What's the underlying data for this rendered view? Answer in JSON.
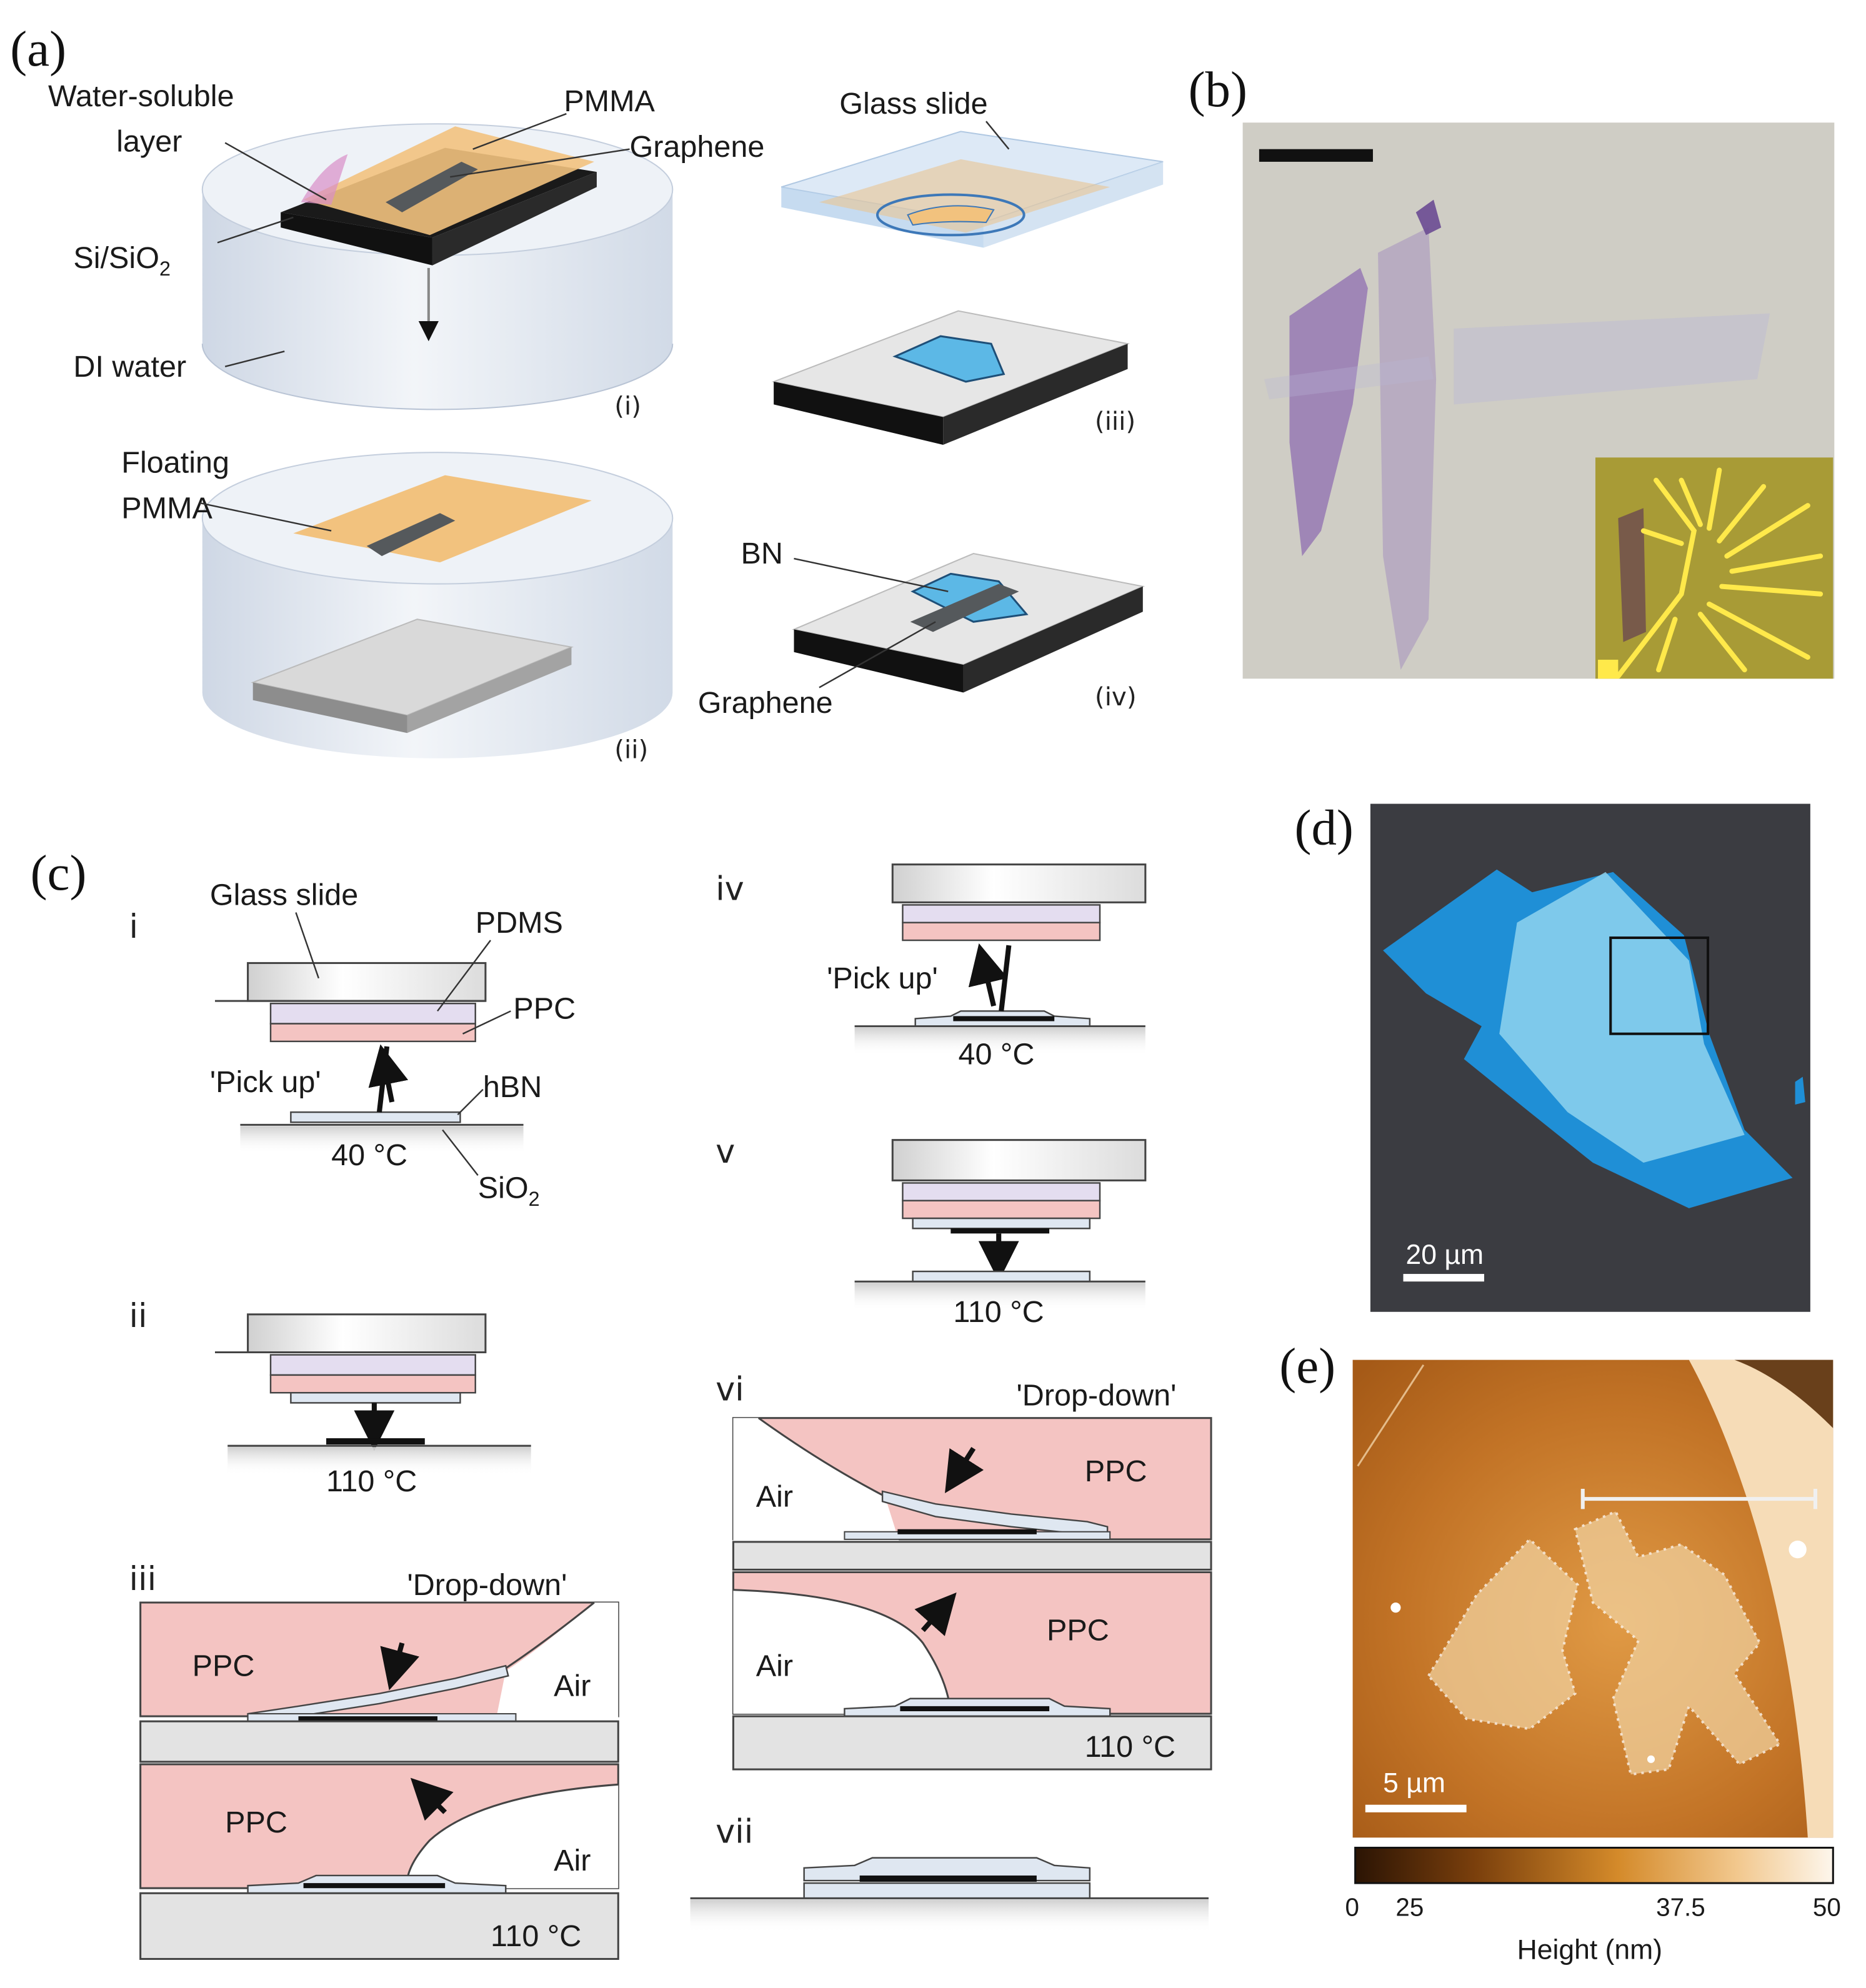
{
  "colors": {
    "pmma": "#f2c27e",
    "graphene": "#55595c",
    "water": "#dfe6ef",
    "ppc": "#f4c4c2",
    "pdms": "#e4ddf0",
    "bn_blue": "#5cb8e6",
    "substrate": "#e3e3e3",
    "flake_purple": "#8f6db0",
    "contact_gold": "#ffe94a",
    "afm_bright": "#f6dcb7",
    "afm_dark": "#5a2f0a"
  },
  "panels": {
    "a": {
      "letter": "(a)",
      "water_soluble": "Water-soluble",
      "layer": "layer",
      "pmma": "PMMA",
      "graphene": "Graphene",
      "si_main": "Si/SiO",
      "si_sub": "2",
      "di_water": "DI water",
      "floating": "Floating",
      "floating_pmma": "PMMA",
      "glass_slide": "Glass slide",
      "bn": "BN",
      "graphene_2": "Graphene",
      "step_i": "(i)",
      "step_ii": "(ii)",
      "step_iii": "(iii)",
      "step_iv": "(iv)"
    },
    "b": {
      "letter": "(b)"
    },
    "c": {
      "letter": "(c)",
      "glass_slide": "Glass slide",
      "pdms": "PDMS",
      "ppc": "PPC",
      "hbn": "hBN",
      "pick_up": "'Pick up'",
      "temp_40": "40 °C",
      "sio2_main": "SiO",
      "sio2_sub": "2",
      "temp_110": "110 °C",
      "drop_down": "'Drop-down'",
      "air": "Air",
      "step_i": "i",
      "step_ii": "ii",
      "step_iii": "iii",
      "step_iv": "iv",
      "step_v": "v",
      "step_vi": "vi",
      "step_vii": "vii"
    },
    "d": {
      "letter": "(d)",
      "scale": "20 µm"
    },
    "e": {
      "letter": "(e)",
      "scale": "5 µm",
      "colorbar_ticks": [
        "0",
        "25",
        "37.5",
        "50"
      ],
      "colorbar_label": "Height (nm)"
    }
  }
}
